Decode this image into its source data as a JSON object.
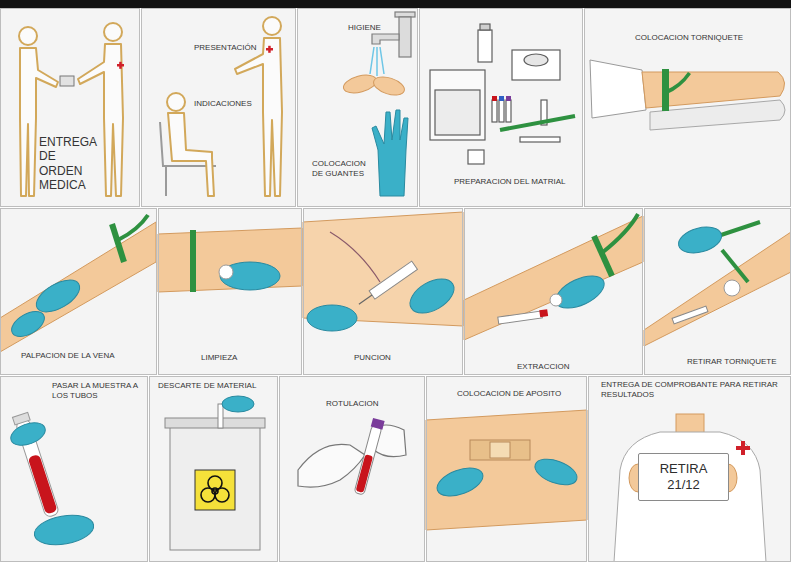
{
  "diagram": {
    "nodes": [
      {
        "text": [
          "ENTREGA DE ORDEN MEDICA"
        ]
      },
      {
        "text": [
          "PRESENTACIÓN",
          "INDICACIONES"
        ]
      },
      {
        "text": [
          "HIGIENE",
          "COLOCACION DE GUANTES"
        ]
      },
      {
        "text": [
          "PREPARACION DEL MATRIAL"
        ]
      },
      {
        "text": [
          "COLOCACION TORNIQUETE"
        ]
      },
      {
        "text": [
          "PALPACION DE LA VENA"
        ]
      },
      {
        "text": [
          "LIMPIEZA"
        ]
      },
      {
        "text": [
          "PUNCION"
        ]
      },
      {
        "text": [
          "EXTRACCION"
        ]
      },
      {
        "text": [
          "RETIRAR TORNIQUETE"
        ]
      },
      {
        "text": [
          "PASAR LA MUESTRA A LOS TUBOS"
        ]
      },
      {
        "text": [
          "DESCARTE DE MATERIAL"
        ]
      },
      {
        "text": [
          "ROTULACION"
        ]
      },
      {
        "text": [
          "COLOCACION DE APOSITO"
        ]
      },
      {
        "text": [
          "ENTREGA DE COMPROBANTE PARA RETIRAR RESULTADOS"
        ]
      },
      {
        "text": [
          "RETIRA 21/12"
        ],
        "in": 14
      }
    ]
  }
}
